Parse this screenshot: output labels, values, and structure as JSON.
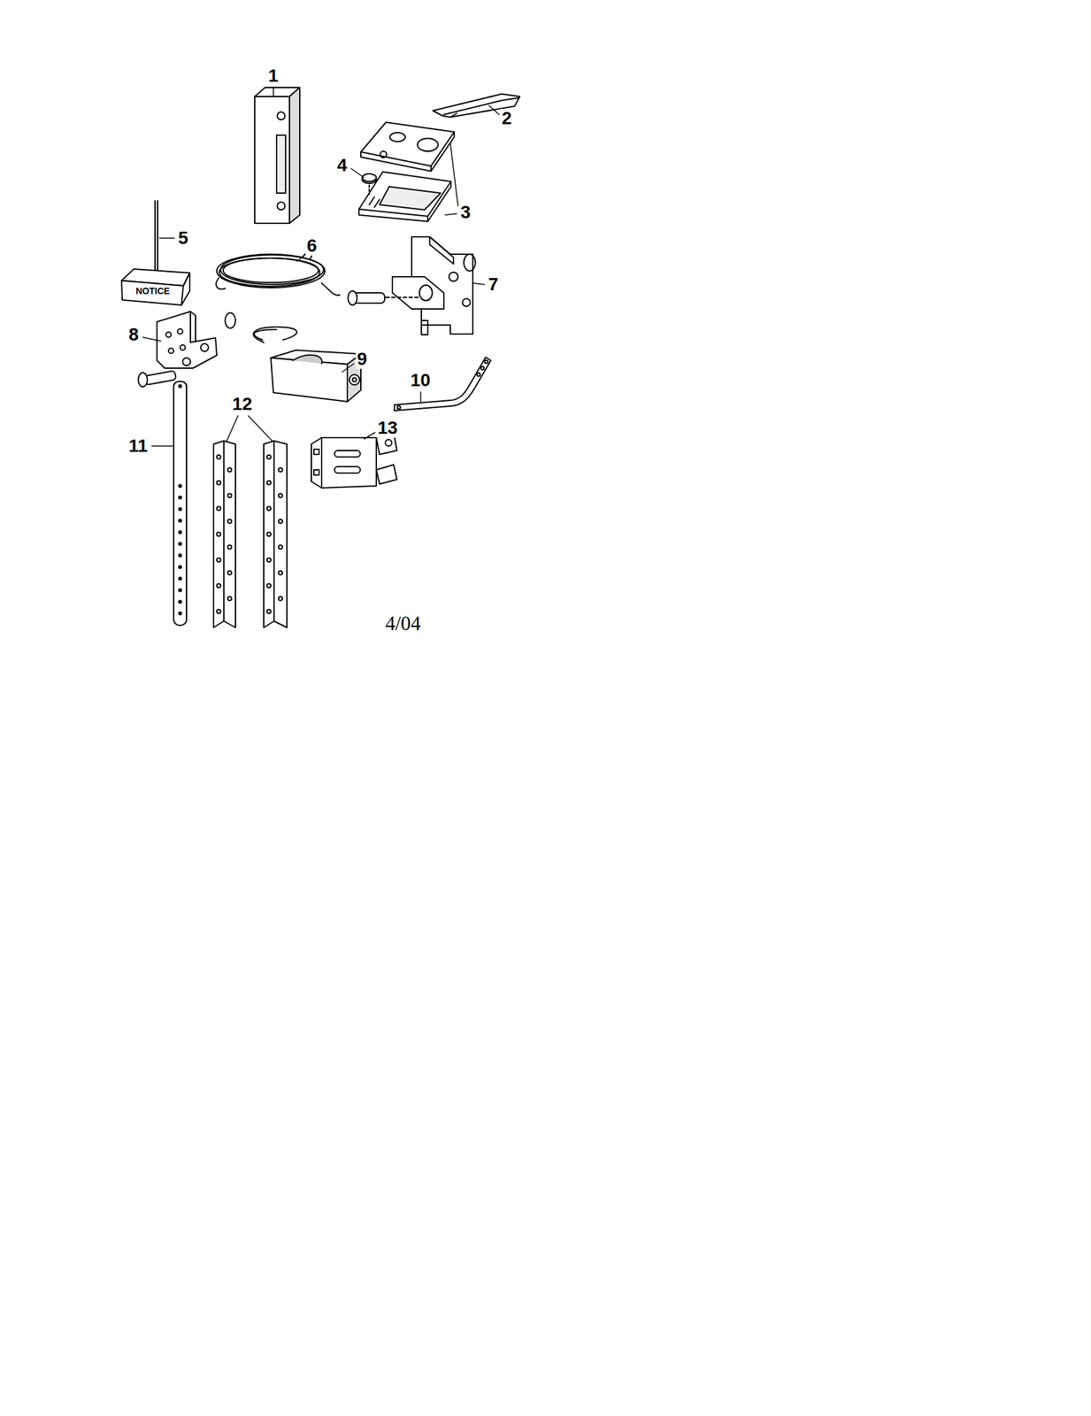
{
  "diagram": {
    "labels": [
      "1",
      "2",
      "4",
      "3",
      "5",
      "6",
      "7",
      "8",
      "9",
      "10",
      "11",
      "12",
      "13",
      "NOTICE",
      "4/04"
    ]
  }
}
